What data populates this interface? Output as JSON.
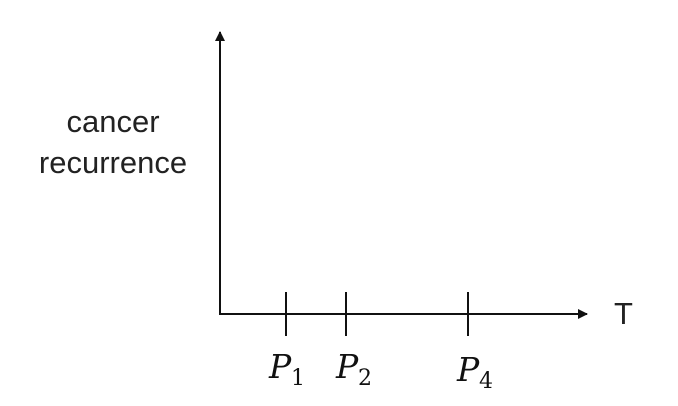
{
  "axes": {
    "y_label_lines": [
      "cancer",
      "recurrence"
    ],
    "x_label": "T"
  },
  "ticks": [
    {
      "name": "P",
      "sub": "1"
    },
    {
      "name": "P",
      "sub": "2"
    },
    {
      "name": "P",
      "sub": "4"
    }
  ],
  "colors": {
    "ink": "#111111"
  }
}
